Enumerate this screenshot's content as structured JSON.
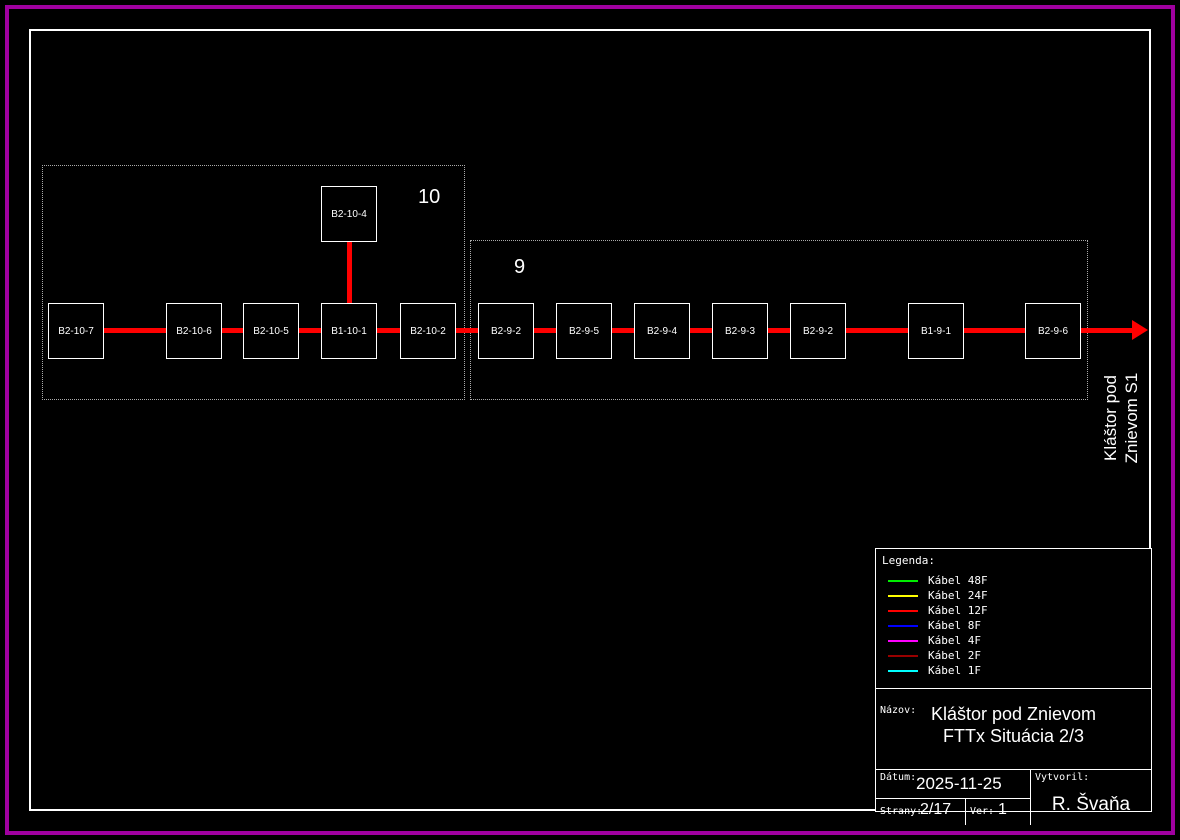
{
  "diagram": {
    "group_10_label": "10",
    "group_9_label": "9",
    "nodes": [
      {
        "label": "B2-10-7"
      },
      {
        "label": "B2-10-6"
      },
      {
        "label": "B2-10-5"
      },
      {
        "label": "B1-10-1"
      },
      {
        "label": "B2-10-2"
      },
      {
        "label": "B2-9-2"
      },
      {
        "label": "B2-9-5"
      },
      {
        "label": "B2-9-4"
      },
      {
        "label": "B2-9-3"
      },
      {
        "label": "B2-9-2"
      },
      {
        "label": "B1-9-1"
      },
      {
        "label": "B2-9-6"
      },
      {
        "label": "B2-10-4"
      }
    ],
    "arrow_label_line1": "Kláštor pod",
    "arrow_label_line2": "Znievom S1",
    "cable_color": "#ff0000"
  },
  "titleblock": {
    "legend": {
      "title": "Legenda:",
      "items": [
        {
          "label": "Kábel 48F",
          "color": "#00ee00"
        },
        {
          "label": "Kábel 24F",
          "color": "#ffff00"
        },
        {
          "label": "Kábel 12F",
          "color": "#ff0000"
        },
        {
          "label": "Kábel 8F",
          "color": "#0000ff"
        },
        {
          "label": "Kábel 4F",
          "color": "#ff00ff"
        },
        {
          "label": "Kábel 2F",
          "color": "#990000"
        },
        {
          "label": "Kábel 1F",
          "color": "#00ffff"
        }
      ]
    },
    "nazov_label": "Názov:",
    "nazov_line1": "Kláštor pod Znievom",
    "nazov_line2": "FTTx Situácia 2/3",
    "datum_label": "Dátum:",
    "datum_value": "2025-11-25",
    "vytvoril_label": "Vytvoril:",
    "vytvoril_value": "R. Švaňa",
    "strany_label": "Strany:",
    "strany_value": "2/17",
    "ver_label": "Ver:",
    "ver_value": "1"
  },
  "colors": {
    "frame_outer": "#a000a0",
    "frame_inner": "#ffffff",
    "background": "#000000"
  }
}
